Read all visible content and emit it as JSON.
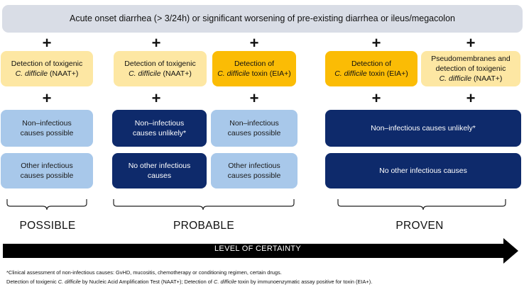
{
  "top_box": "Acute onset diarrhea (> 3/24h) or significant worsening of pre-existing diarrhea or ileus/megacolon",
  "plus_sign": "+",
  "detection": {
    "possible": {
      "pre": "Detection of toxigenic",
      "italic": "C. difficile",
      "post": " (NAAT+)"
    },
    "probable_naat": {
      "pre": "Detection of toxigenic",
      "italic": "C. difficile",
      "post": " (NAAT+)"
    },
    "probable_toxin": {
      "pre": "Detection of",
      "italic": "C. difficile",
      "post": " toxin (EIA+)"
    },
    "proven_toxin": {
      "pre": "Detection of",
      "italic": "C. difficile",
      "post": " toxin (EIA+)"
    },
    "proven_pseudo": {
      "pre": "Pseudomembranes and detection of toxigenic",
      "italic": "C. difficile",
      "post": " (NAAT+)"
    }
  },
  "noninfectious": {
    "possible": "Non–infectious causes possible",
    "probable_1": "Non–infectious causes unlikely*",
    "probable_2": "Non–infectious causes possible",
    "proven": "Non–infectious causes unlikely*"
  },
  "other_infectious": {
    "possible": "Other infectious causes possible",
    "probable_1": "No other infectious causes",
    "probable_2": "Other infectious causes possible",
    "proven": "No other infectious causes"
  },
  "levels": {
    "possible": "POSSIBLE",
    "probable": "PROBABLE",
    "proven": "PROVEN"
  },
  "arrow_label": "LEVEL OF CERTAINTY",
  "footnotes": {
    "line1": "*Clinical assessment of non-infectious causes: GvHD, mucositis, chemotherapy or conditioning regimen, certain drugs.",
    "line2_a": "Detection of toxigenic ",
    "line2_b": "C. difficile",
    "line2_c": " by Nucleic Acid Amplification Test (NAAT+); Detection of ",
    "line2_d": "C. difficile",
    "line2_e": " toxin by immunoenzymatic assay positive for toxin (EIA+)."
  },
  "colors": {
    "top_box": "#d9dde6",
    "light_yellow": "#fde7a3",
    "dark_yellow": "#fbbc05",
    "light_blue": "#a8c8ea",
    "dark_navy": "#0e2a6b",
    "arrow": "#000000"
  }
}
